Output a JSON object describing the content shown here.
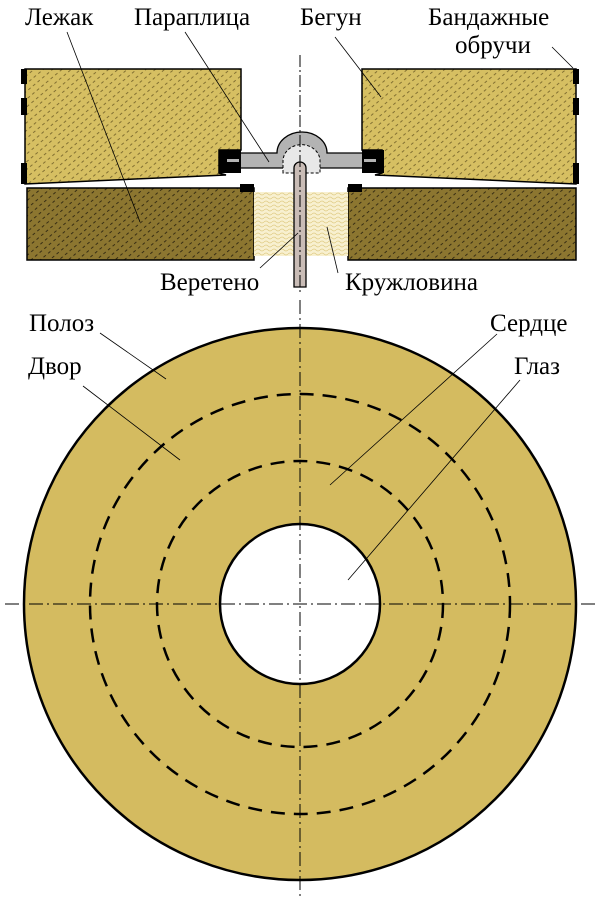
{
  "colors": {
    "runner_stone": "#d6bf62",
    "bed_stone": "#8c7630",
    "eye_filler": "#f6ecc4",
    "stone_face": "#d4bb60",
    "rynd": "#b3b3b3",
    "spindle": "#c9bcb6",
    "metal": "#000000"
  },
  "section": {
    "labels": {
      "bed_stone": "Лежак",
      "rynd": "Параплица",
      "runner_stone": "Бегун",
      "hoops_line1": "Бандажные",
      "hoops_line2": "обручи",
      "spindle": "Веретено",
      "eye_filler": "Кружловина"
    }
  },
  "plan": {
    "labels": {
      "skirt": "Полоз",
      "breast": "Двор",
      "heart": "Сердце",
      "eye": "Глаз"
    }
  }
}
